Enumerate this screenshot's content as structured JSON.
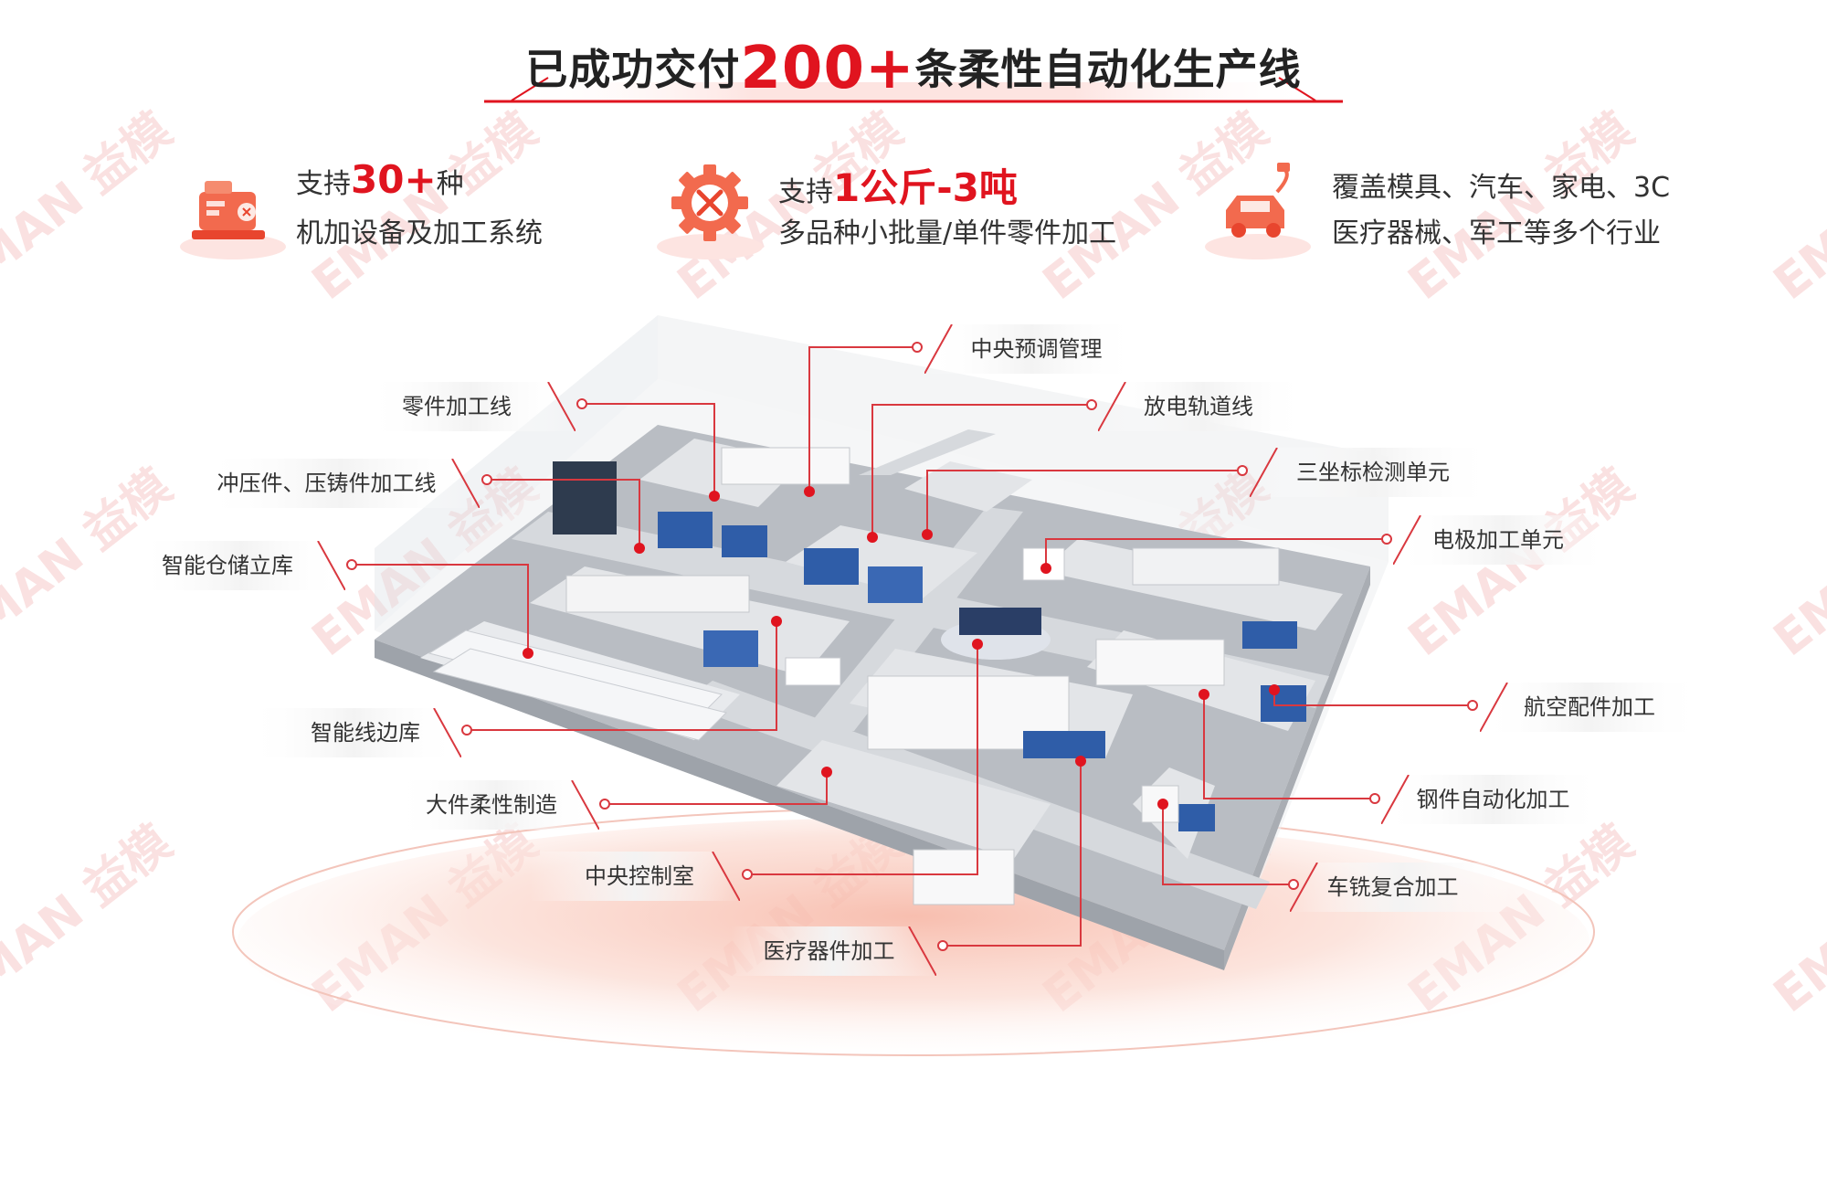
{
  "title": {
    "prefix": "已成功交付",
    "number": "200+",
    "suffix": "条柔性自动化生产线"
  },
  "features": [
    {
      "pre": "支持",
      "hi": "30+",
      "post": "种",
      "line2": "机加设备及加工系统",
      "icon": "sewing-machine-icon"
    },
    {
      "pre": "支持",
      "hi": "1公斤-3吨",
      "post": "",
      "line2": "多品种小批量/单件零件加工",
      "icon": "gear-tools-icon"
    },
    {
      "pre": "",
      "hi": "",
      "post": "覆盖模具、汽车、家电、3C",
      "line2": "医疗器械、军工等多个行业",
      "icon": "electric-car-icon"
    }
  ],
  "labels_left": [
    "零件加工线",
    "冲压件、压铸件加工线",
    "智能仓储立库",
    "智能线边库",
    "大件柔性制造",
    "中央控制室",
    "医疗器件加工"
  ],
  "labels_right": [
    "中央预调管理",
    "放电轨道线",
    "三坐标检测单元",
    "电极加工单元",
    "航空配件加工",
    "钢件自动化加工",
    "车铣复合加工"
  ],
  "watermark": "EMAN 益模",
  "colors": {
    "accent": "#e0141f",
    "leader": "#d92a33",
    "text": "#333333",
    "floor": "#bfc3c8",
    "road": "#d6d9dd"
  }
}
